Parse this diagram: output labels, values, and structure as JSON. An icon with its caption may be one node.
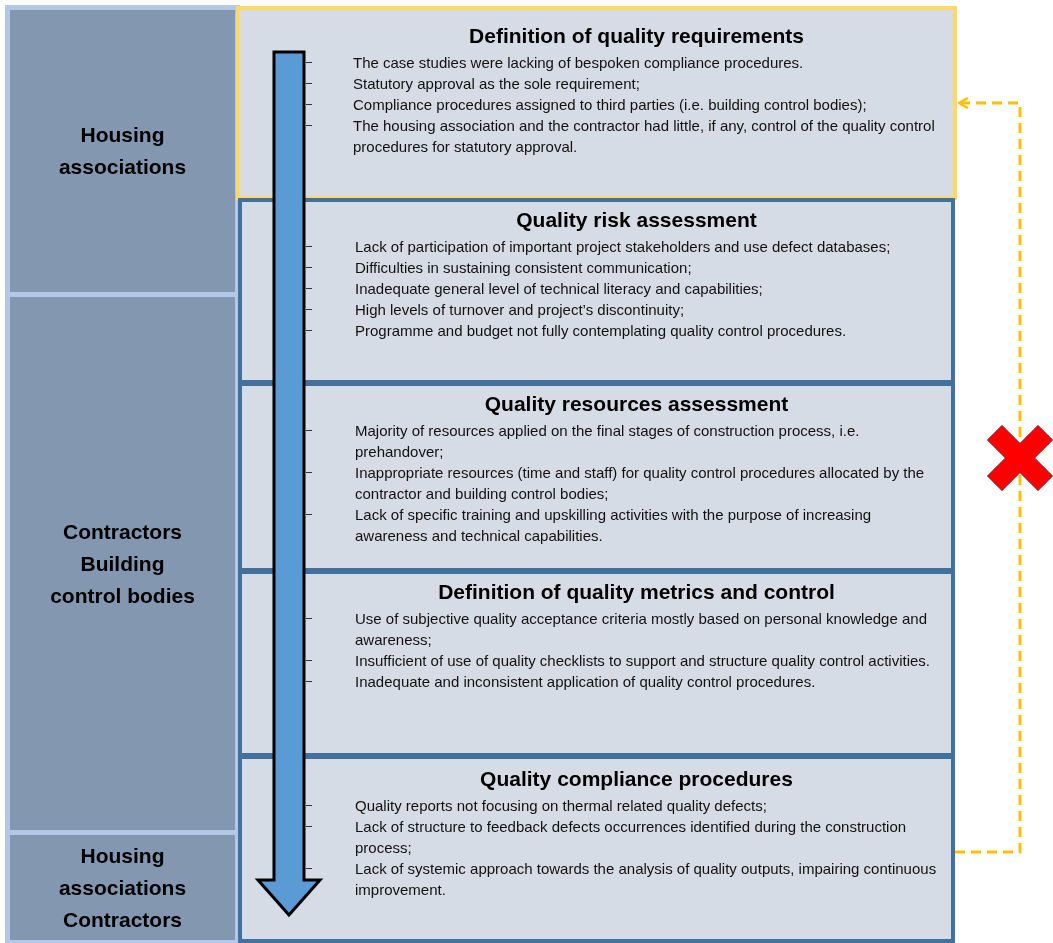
{
  "diagram": {
    "nodes": [
      {
        "text": [
          "Definition of quality requirements",
          "The case studies were lacking of bespoken compliance procedures.",
          "Statutory approval as the sole requirement;",
          "Compliance procedures assigned to third parties (i.e. building control bodies);",
          "The housing association and the contractor had little, if any, control of the quality control procedures for statutory approval."
        ]
      },
      {
        "text": [
          "Quality risk assessment",
          "Lack of participation of important project stakeholders and use defect databases;",
          "Difficulties in sustaining consistent communication;",
          "Inadequate general level of technical literacy and capabilities;",
          "High levels of turnover and project’s discontinuity;",
          "Programme and budget not fully contemplating quality control procedures."
        ]
      },
      {
        "text": [
          "Quality resources assessment",
          "Majority of resources applied on the final stages of construction process, i.e. prehandover;",
          "Inappropriate resources (time and staff) for quality control procedures allocated by the contractor and building control bodies;",
          "Lack of specific training and upskilling activities with the purpose of increasing awareness  and technical capabilities."
        ]
      },
      {
        "text": [
          "Definition of quality metrics and control",
          "Use of subjective quality acceptance criteria mostly based on personal knowledge and awareness;",
          "Insufficient of use of quality checklists to support and structure quality control activities.",
          "Inadequate and inconsistent application of quality control procedures."
        ]
      },
      {
        "text": [
          "Quality compliance procedures",
          "Quality reports not focusing on thermal related quality defects;",
          "Lack of structure to feedback defects occurrences identified during the construction process;",
          "Lack of systemic approach towards the analysis of quality outputs, impairing continuous improvement."
        ]
      },
      {
        "text": [
          "Housing associations"
        ]
      },
      {
        "text": [
          "Contractors Building control bodies"
        ]
      },
      {
        "text": [
          "Housing associations Contractors"
        ]
      }
    ],
    "edges": [
      {
        "from": 4,
        "to": 0,
        "arrow": "to",
        "style": "dashed"
      }
    ]
  }
}
